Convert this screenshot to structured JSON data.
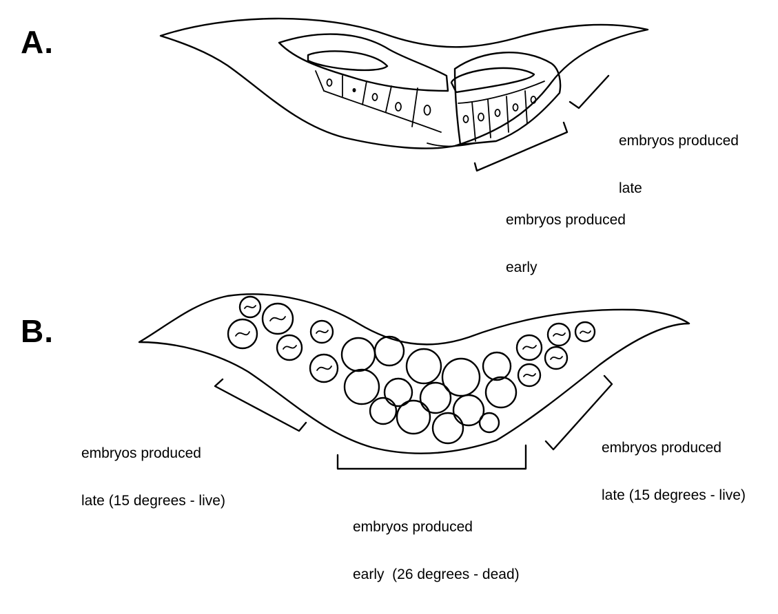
{
  "panel_a": {
    "label": "A.",
    "caption_late": [
      "embryos produced",
      "late"
    ],
    "caption_early": [
      "embryos produced",
      "early"
    ]
  },
  "panel_b": {
    "label": "B.",
    "caption_left": [
      "embryos produced",
      "late (15 degrees - live)"
    ],
    "caption_right": [
      "embryos produced",
      "late (15 degrees - live)"
    ],
    "caption_bottom": [
      "embryos produced",
      "early  (26 degrees - dead)"
    ]
  }
}
